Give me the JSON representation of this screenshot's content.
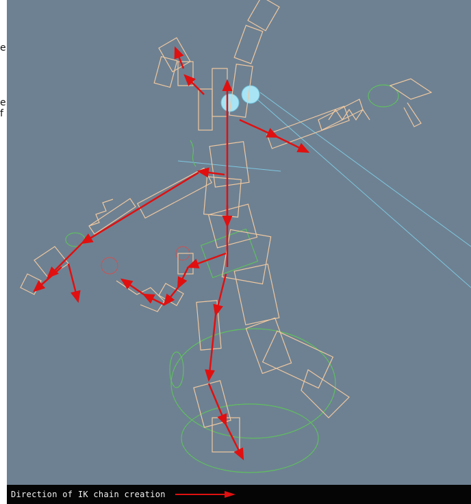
{
  "left_fragments": [
    "e",
    "e",
    "f"
  ],
  "caption": {
    "text": "Direction of IK chain creation",
    "arrow_icon": "arrow-right-icon"
  },
  "colors": {
    "viewport_bg": "#6e8192",
    "bone_wire": "#f0c8a0",
    "ik_arrow": "#e01010",
    "control_green": "#5fbf5f",
    "helper_blue": "#7ec8e0",
    "caption_bg": "#050505"
  }
}
